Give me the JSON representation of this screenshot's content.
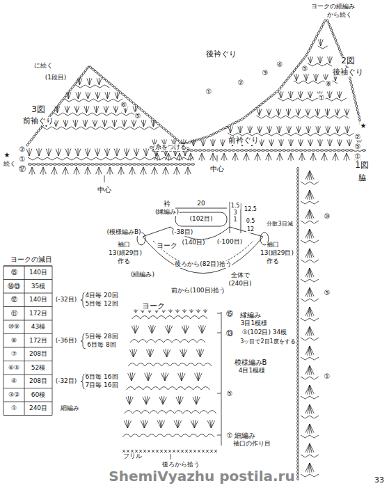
{
  "diagram": {
    "labels": [
      "ヨークの細編み",
      "から続く",
      "後衿ぐり",
      "2図",
      "後袖ぐり",
      "①",
      "②",
      "③",
      "④",
      "⑤",
      "⑧",
      "①",
      "★",
      "②",
      "⑤",
      "①",
      "前衿ぐり",
      "中心",
      "糸をつける",
      "3図",
      "前袖ぐり",
      "に続く",
      "(1段目)",
      "⑥",
      "⑤",
      "★",
      "続く",
      "②",
      "①",
      "⑰",
      "中心",
      "1図",
      "脇",
      "⑩",
      "⑤",
      "①",
      "衿",
      "(縁編み)",
      "20",
      "(102目)",
      "(-38目)",
      "1.5",
      "3",
      "12.5",
      "1",
      "0.5",
      "12",
      "(模様編みB)",
      "袖口",
      "13(細29目)",
      "作る",
      "ヨーク",
      "(140目)",
      "(-100目)",
      "分散3目減",
      "袖口",
      "13(細29目)",
      "作る",
      "後ろから(82目)拾う",
      "(細編み)",
      "全体で",
      "(240目)",
      "前から(100目)拾う",
      "ヨークの減目",
      "⑮",
      "140目",
      "⑭⑬",
      "35模",
      "⑫",
      "140目",
      "⑪",
      "172目",
      "⑩⑨",
      "43模",
      "⑧",
      "172目",
      "⑦",
      "208目",
      "⑥⑤",
      "52模",
      "④",
      "208目",
      "③②",
      "60模",
      "①",
      "240目",
      "細編み",
      "(-32目)",
      "4目毎 20回",
      "5目毎 12回",
      "(-36目)",
      "5目毎 28回",
      "6目毎 8回",
      "(-32目)",
      "6目毎 16回",
      "7目毎 16回",
      "ヨーク",
      "縁編み",
      "3目1模様",
      "①(102目) 34模",
      "3ッ目で2目1度をする",
      "模様編みB",
      "4目1模様",
      "細編み",
      "袖口の作り目",
      "⑮",
      "⑬",
      "⑤",
      "①",
      "フリル",
      "後ろから拾う",
      "ShemiVyazhu postila.ru",
      "33"
    ]
  }
}
